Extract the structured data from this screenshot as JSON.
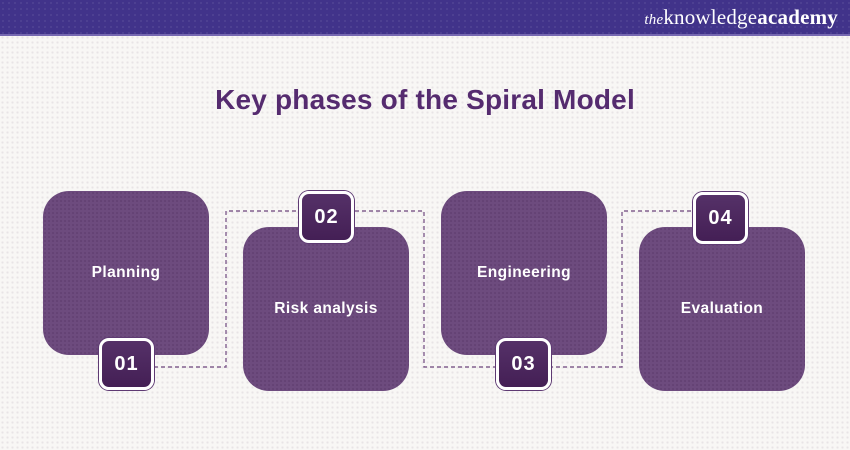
{
  "banner": {
    "logo": {
      "the": "the",
      "knowledge": "knowledge",
      "academy": "academy"
    }
  },
  "title": "Key phases of the Spiral Model",
  "phases": [
    {
      "number": "01",
      "label": "Planning",
      "badge_position": "bottom"
    },
    {
      "number": "02",
      "label": "Risk analysis",
      "badge_position": "top"
    },
    {
      "number": "03",
      "label": "Engineering",
      "badge_position": "bottom"
    },
    {
      "number": "04",
      "label": "Evaluation",
      "badge_position": "top"
    }
  ],
  "colors": {
    "banner_background": "#41338a",
    "banner_bottom_edge": "#7668b1",
    "page_background": "#f8f7f5",
    "title_text": "#552b6f",
    "card_fill": "#6d4b7e",
    "badge_fill": "#4b2360",
    "badge_border": "#ffffff",
    "connector_dash": "#82618f",
    "card_text": "#ffffff",
    "logo_text": "#ffffff"
  }
}
